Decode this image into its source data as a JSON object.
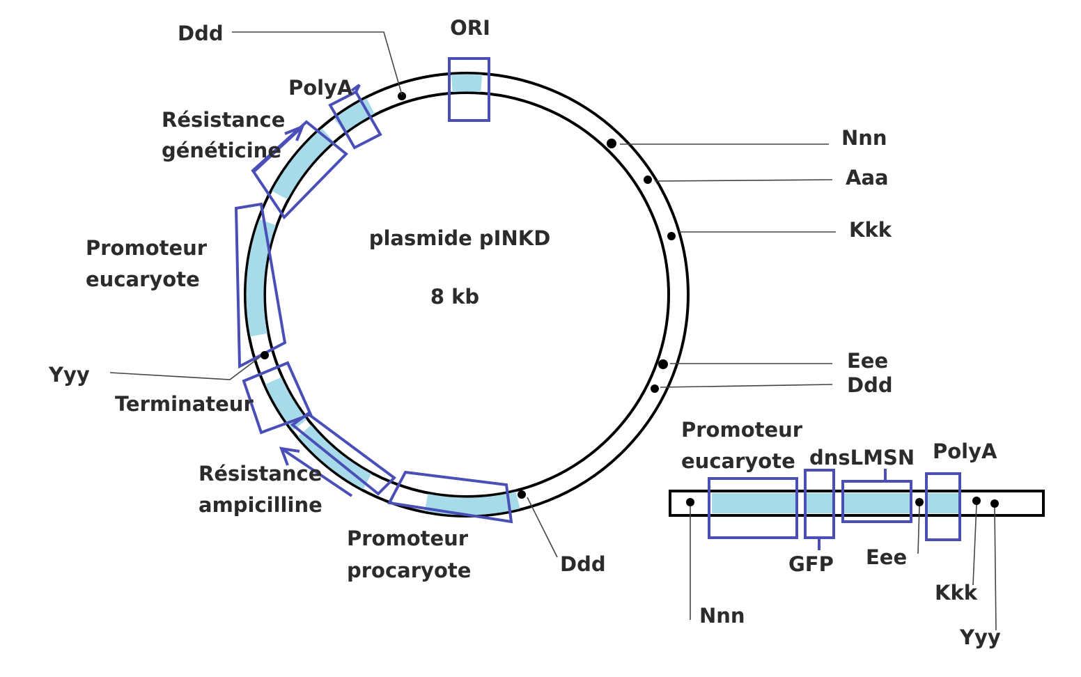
{
  "colors": {
    "feature_fill": "#a7dbea",
    "box_stroke": "#4a4fb8",
    "ring": "#000000",
    "leader": "#444444",
    "text": "#2b2b2b"
  },
  "plasmid": {
    "name": "plasmide pINKD",
    "size": "8 kb",
    "labels": {
      "ori": "ORI",
      "polya": "PolyA",
      "resistance_geneticine_1": "Résistance",
      "resistance_geneticine_2": "généticine",
      "promoteur_euk_1": "Promoteur",
      "promoteur_euk_2": "eucaryote",
      "terminateur": "Terminateur",
      "resistance_ampicilline_1": "Résistance",
      "resistance_ampicilline_2": "ampicilline",
      "promoteur_prok_1": "Promoteur",
      "promoteur_prok_2": "procaryote"
    },
    "sites": {
      "ddd_top": "Ddd",
      "nnn": "Nnn",
      "aaa": "Aaa",
      "kkk": "Kkk",
      "eee": "Eee",
      "ddd_right": "Ddd",
      "yyy": "Yyy",
      "ddd_bottom": "Ddd"
    }
  },
  "insert": {
    "labels": {
      "promoteur_1": "Promoteur",
      "promoteur_2": "eucaryote",
      "dnslmsn": "dnsLMSN",
      "polya": "PolyA",
      "gfp": "GFP",
      "eee": "Eee",
      "nnn": "Nnn",
      "kkk": "Kkk",
      "yyy": "Yyy"
    }
  }
}
